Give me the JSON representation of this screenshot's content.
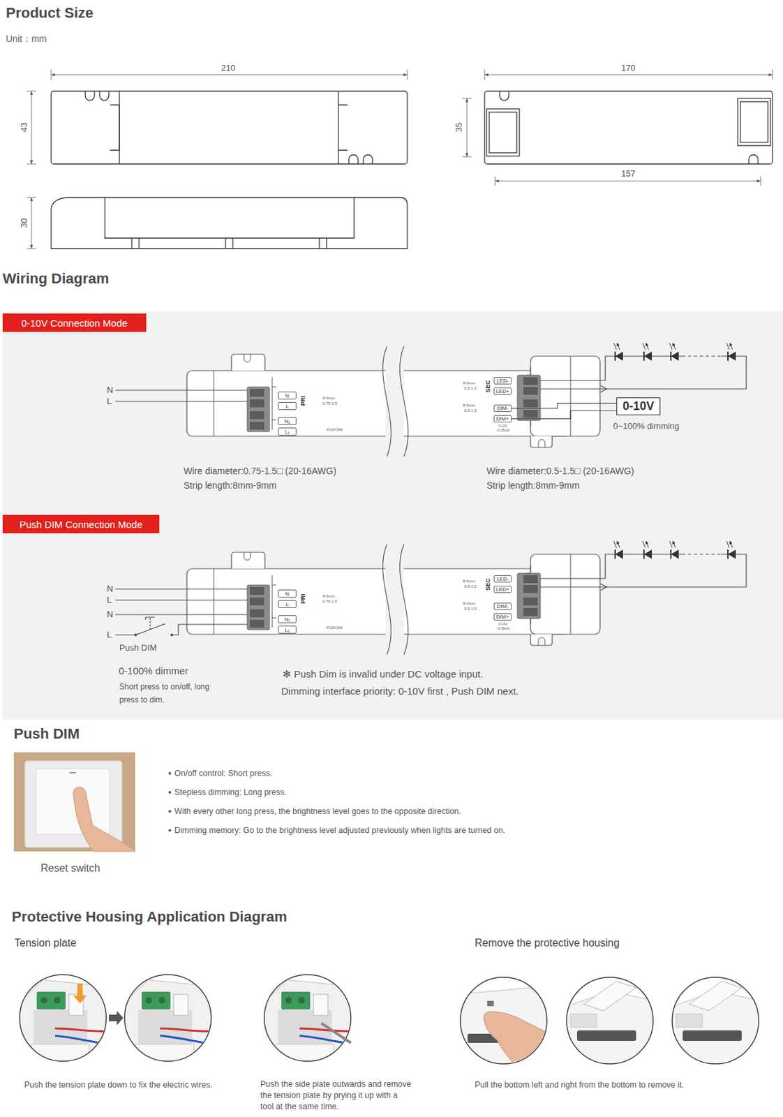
{
  "diagram": {
    "nodes": [
      {
        "text": [
          "0-10V Connection Mode"
        ]
      },
      {
        "text": [
          "N"
        ]
      },
      {
        "text": [
          "L"
        ]
      },
      {
        "text": [
          "N₁"
        ]
      },
      {
        "text": [
          "L₁"
        ]
      },
      {
        "text": [
          "LED-"
        ]
      },
      {
        "text": [
          "LED+"
        ]
      },
      {
        "text": [
          "DIM-"
        ]
      },
      {
        "text": [
          "DIM+"
        ]
      },
      {
        "text": [
          "0-10V"
        ]
      },
      {
        "text": [
          "Push DIM Connection Mode"
        ]
      },
      {
        "text": [
          "N"
        ]
      },
      {
        "text": [
          "L"
        ]
      },
      {
        "text": [
          "N₁"
        ]
      },
      {
        "text": [
          "L₁"
        ]
      },
      {
        "text": [
          "LED-"
        ]
      },
      {
        "text": [
          "LED+"
        ]
      },
      {
        "text": [
          "DIM-"
        ]
      },
      {
        "text": [
          "DIM+"
        ]
      }
    ],
    "edges": [
      {
        "from": 7,
        "to": 9,
        "arrow": "none"
      },
      {
        "from": 8,
        "to": 9,
        "arrow": "none"
      }
    ],
    "labels": [
      "Product Size",
      "Unit：mm",
      "210",
      "43",
      "30",
      "170",
      "35",
      "157",
      "Wiring Diagram",
      "N",
      "L",
      "PRI",
      "8-9mm",
      "0.75-1.5",
      "PUSH DIM",
      "SEC",
      "8-9mm",
      "0.5-1.5",
      "8-9mm",
      "0.5-1.5",
      "0-10V",
      "<0.05mA",
      "0~100% dimming",
      "Wire diameter:0.75-1.5□ (20-16AWG)",
      "Strip length:8mm-9mm",
      "Wire diameter:0.5-1.5□ (20-16AWG)",
      "Strip length:8mm-9mm",
      "N",
      "L",
      "N",
      "L",
      "PRI",
      "8-9mm",
      "0.75-1.5",
      "PUSH DIM",
      "SEC",
      "8-9mm",
      "0.5-1.5",
      "8-9mm",
      "0.5-1.5",
      "0-10V",
      "<0.05mA",
      "Push DIM",
      "0-100% dimmer",
      "Short press to on/off, long press to dim.",
      "✻ Push Dim is invalid under DC voltage input.",
      "Dimming interface priority: 0-10V first , Push DIM next.",
      "Push DIM",
      "On/off control: Short press.",
      "Stepless dimming: Long press.",
      "With every other long press, the brightness level goes to the opposite direction.",
      "Dimming memory: Go to the brightness level adjusted previously when lights are turned on.",
      "Reset switch",
      "Protective Housing Application Diagram",
      "Tension plate",
      "Remove the protective housing",
      "Push the tension plate down to fix the electric wires.",
      "Push the side plate outwards and remove the tension plate by prying it up with a tool at the same time.",
      "Pull the bottom left and right from the bottom to remove it."
    ]
  }
}
